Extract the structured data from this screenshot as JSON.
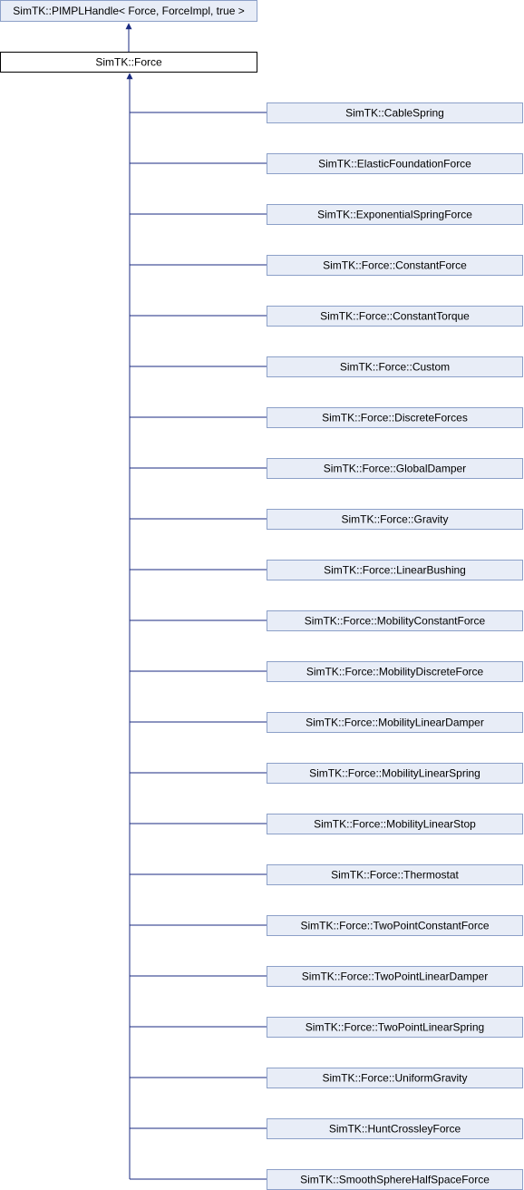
{
  "diagram": {
    "base": {
      "label": "SimTK::PIMPLHandle< Force, ForceImpl, true >"
    },
    "current": {
      "label": "SimTK::Force"
    },
    "children": [
      {
        "label": "SimTK::CableSpring"
      },
      {
        "label": "SimTK::ElasticFoundationForce"
      },
      {
        "label": "SimTK::ExponentialSpringForce"
      },
      {
        "label": "SimTK::Force::ConstantForce"
      },
      {
        "label": "SimTK::Force::ConstantTorque"
      },
      {
        "label": "SimTK::Force::Custom"
      },
      {
        "label": "SimTK::Force::DiscreteForces"
      },
      {
        "label": "SimTK::Force::GlobalDamper"
      },
      {
        "label": "SimTK::Force::Gravity"
      },
      {
        "label": "SimTK::Force::LinearBushing"
      },
      {
        "label": "SimTK::Force::MobilityConstantForce"
      },
      {
        "label": "SimTK::Force::MobilityDiscreteForce"
      },
      {
        "label": "SimTK::Force::MobilityLinearDamper"
      },
      {
        "label": "SimTK::Force::MobilityLinearSpring"
      },
      {
        "label": "SimTK::Force::MobilityLinearStop"
      },
      {
        "label": "SimTK::Force::Thermostat"
      },
      {
        "label": "SimTK::Force::TwoPointConstantForce"
      },
      {
        "label": "SimTK::Force::TwoPointLinearDamper"
      },
      {
        "label": "SimTK::Force::TwoPointLinearSpring"
      },
      {
        "label": "SimTK::Force::UniformGravity"
      },
      {
        "label": "SimTK::HuntCrossleyForce"
      },
      {
        "label": "SimTK::SmoothSphereHalfSpaceForce"
      }
    ]
  },
  "colors": {
    "node_fill": "#e8edf7",
    "node_border": "#8ca0c8",
    "current_fill": "#ffffff",
    "current_border": "#000000",
    "edge": "#1a2a80"
  }
}
